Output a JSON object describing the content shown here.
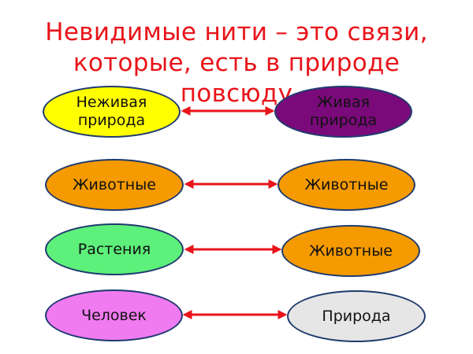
{
  "title": {
    "line1": "Невидимые нити – это связи,",
    "line2": "которые, есть в природе",
    "line3": "повсюду"
  },
  "colors": {
    "title": "#e8141a",
    "arrow": "#e8141a",
    "outline": "#1f3b6e"
  },
  "pairs": [
    {
      "left": {
        "label": "Неживая\nприрода",
        "fill": "#ffff00",
        "text_color": "#111111"
      },
      "right": {
        "label": "Живая\nприрода",
        "fill": "#7a0a7a",
        "text_color": "#111111"
      }
    },
    {
      "left": {
        "label": "Животные",
        "fill": "#f59a00",
        "text_color": "#111111"
      },
      "right": {
        "label": "Животные",
        "fill": "#f59a00",
        "text_color": "#111111"
      }
    },
    {
      "left": {
        "label": "Растения",
        "fill": "#5df07a",
        "text_color": "#111111"
      },
      "right": {
        "label": "Животные",
        "fill": "#f59a00",
        "text_color": "#111111"
      }
    },
    {
      "left": {
        "label": "Человек",
        "fill": "#f07af0",
        "text_color": "#111111"
      },
      "right": {
        "label": "Природа",
        "fill": "#e6e6e6",
        "text_color": "#111111"
      }
    }
  ]
}
